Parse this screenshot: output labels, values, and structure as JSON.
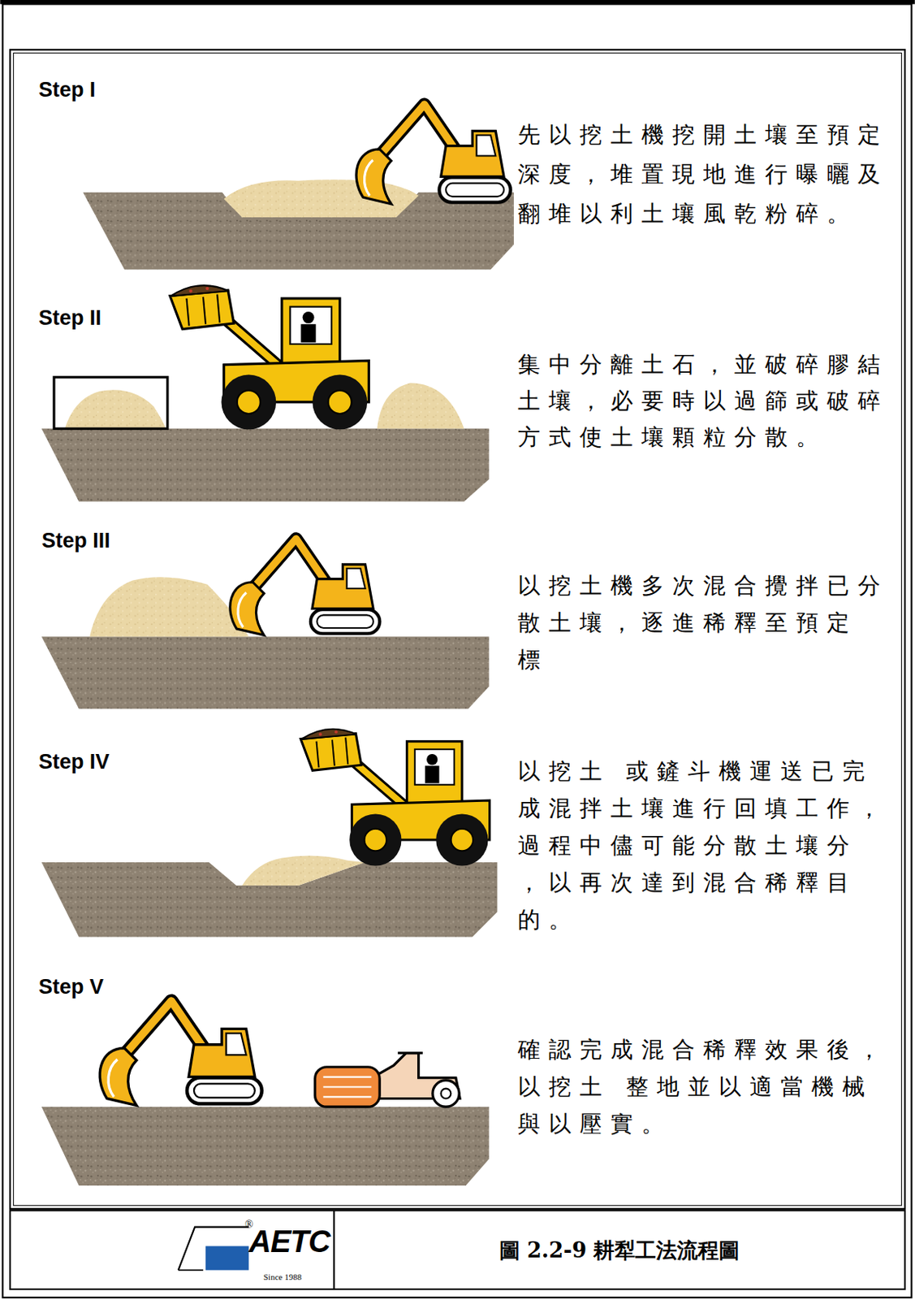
{
  "diagram": {
    "caption": "圖 2.2-9 耕犁工法流程圖",
    "labels": [
      "Step I",
      "先以挖土機挖開土壤至預定深度，堆置現地進行曝曬及翻堆以利土壤風乾粉碎。",
      "Step II",
      "集中分離土石，並破碎膠結土壤，必要時以過篩或破碎方式使土壤顆粒分散。",
      "Step III",
      "以挖土機多次混合攪拌已分散土壤，逐進稀釋至預定 標",
      "Step IV",
      "以挖土 或鏟斗機運送已完成混拌土壤進行回填工作，過程中儘可能分散土壤分 ，以再次達到混合稀釋目的。",
      "Step V",
      "確認完成混合稀釋效果後，以挖土 整地並以適當機械與以壓實。",
      "AETC",
      "Since 1988",
      "®"
    ]
  }
}
